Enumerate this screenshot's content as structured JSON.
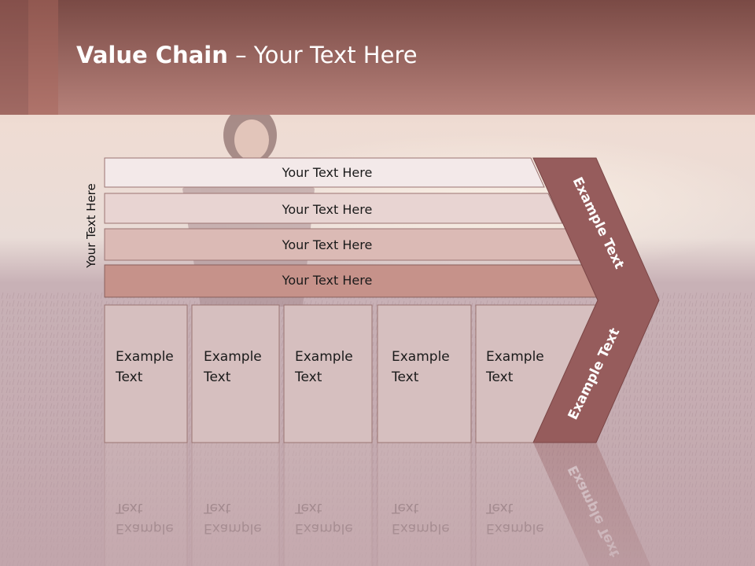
{
  "title": {
    "bold": "Value Chain",
    "rest": " – Your Text Here"
  },
  "side_label": "Your Text Here",
  "rows": [
    "Your Text Here",
    "Your Text Here",
    "Your Text Here",
    "Your Text Here"
  ],
  "boxes": [
    {
      "line1": "Example",
      "line2": "Text"
    },
    {
      "line1": "Example",
      "line2": "Text"
    },
    {
      "line1": "Example",
      "line2": "Text"
    },
    {
      "line1": "Example",
      "line2": "Text"
    },
    {
      "line1": "Example",
      "line2": "Text"
    }
  ],
  "chevron": {
    "upper": "Example Text",
    "lower": "Example Text"
  },
  "colors": {
    "header": "#9c5f58",
    "chevron": "#965c5c",
    "row1": "#f3e9e9",
    "row2": "#e8d4d2",
    "row3": "#dbbab5",
    "row4": "#c6928a",
    "box": "#d6bfbf"
  }
}
